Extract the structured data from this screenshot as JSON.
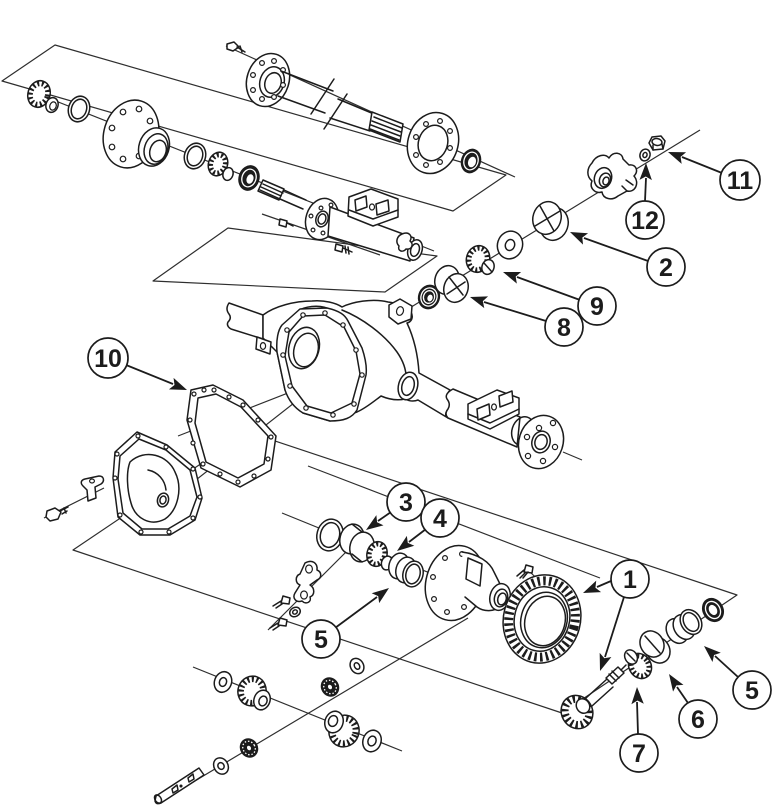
{
  "diagram": {
    "kind": "exploded-parts-diagram",
    "subject": "rear-axle-differential-assembly",
    "background_color": "#ffffff",
    "line_color": "#1c1c1c"
  },
  "callouts": [
    {
      "label": "1"
    },
    {
      "label": "2"
    },
    {
      "label": "3"
    },
    {
      "label": "4"
    },
    {
      "label": "5"
    },
    {
      "label": "5"
    },
    {
      "label": "6"
    },
    {
      "label": "7"
    },
    {
      "label": "8"
    },
    {
      "label": "9"
    },
    {
      "label": "10"
    },
    {
      "label": "11"
    },
    {
      "label": "12"
    }
  ]
}
